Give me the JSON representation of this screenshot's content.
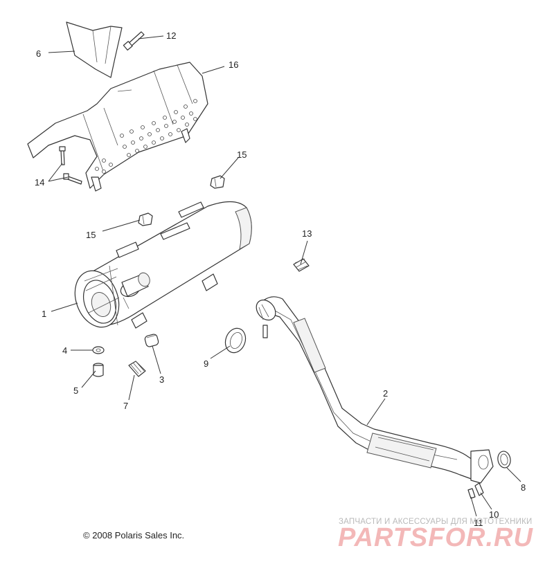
{
  "callouts": {
    "c1": "1",
    "c2": "2",
    "c3": "3",
    "c4": "4",
    "c5": "5",
    "c6": "6",
    "c7": "7",
    "c8": "8",
    "c9": "9",
    "c10": "10",
    "c11": "11",
    "c12": "12",
    "c13": "13",
    "c14": "14",
    "c15a": "15",
    "c15b": "15",
    "c16": "16"
  },
  "copyright": "© 2008 Polaris Sales Inc.",
  "watermark": {
    "tagline": "ЗАПЧАСТИ И АКСЕССУАРЫ ДЛЯ МОТОТЕХНИКИ",
    "logo": "PARTSFOR.RU",
    "color": "#f3b8b8"
  }
}
